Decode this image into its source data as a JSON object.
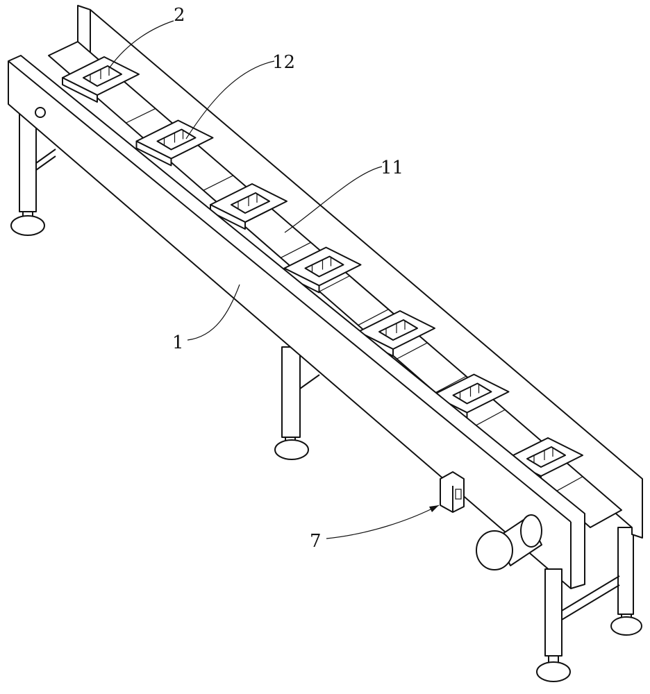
{
  "figure": {
    "labels": [
      {
        "id": "label-2",
        "text": "2"
      },
      {
        "id": "label-12",
        "text": "12"
      },
      {
        "id": "label-11",
        "text": "11"
      },
      {
        "id": "label-1",
        "text": "1"
      },
      {
        "id": "label-7",
        "text": "7"
      }
    ],
    "tray_count": 7
  }
}
